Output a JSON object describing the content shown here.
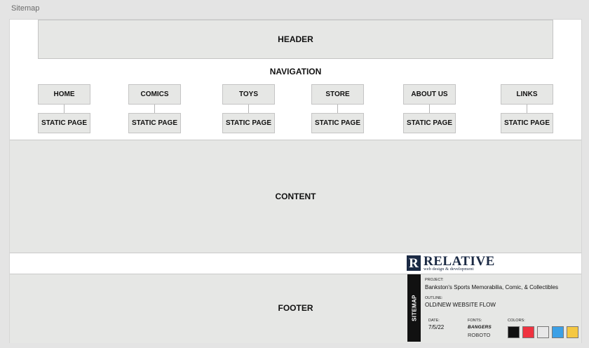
{
  "frame_title": "Sitemap",
  "header": {
    "label": "HEADER"
  },
  "navigation": {
    "title": "NAVIGATION",
    "items": [
      {
        "label": "HOME",
        "sub": "STATIC PAGE"
      },
      {
        "label": "COMICS",
        "sub": "STATIC PAGE"
      },
      {
        "label": "TOYS",
        "sub": "STATIC PAGE"
      },
      {
        "label": "STORE",
        "sub": "STATIC PAGE"
      },
      {
        "label": "ABOUT US",
        "sub": "STATIC PAGE"
      },
      {
        "label": "LINKS",
        "sub": "STATIC PAGE"
      }
    ]
  },
  "content": {
    "label": "CONTENT"
  },
  "footer": {
    "label": "FOOTER"
  },
  "title_block": {
    "logo_letter": "R",
    "logo_word": "RELATIVE",
    "logo_tagline": "web design & development",
    "side_label": "SITEMAP",
    "project_label": "PROJECT:",
    "project_value": "Bankston's Sports Memorabilia, Comic, & Collectibles",
    "outline_label": "OUTLINE:",
    "outline_value": "OLD/NEW WEBSITE FLOW",
    "date_label": "DATE:",
    "date_value": "7/5/22",
    "fonts_label": "FONTS:",
    "fonts": [
      "BANGERS",
      "ROBOTO"
    ],
    "colors_label": "COLORS:",
    "colors": [
      "#111111",
      "#ef3340",
      "#e8e8e8",
      "#3ba0e6",
      "#f5c842"
    ]
  }
}
